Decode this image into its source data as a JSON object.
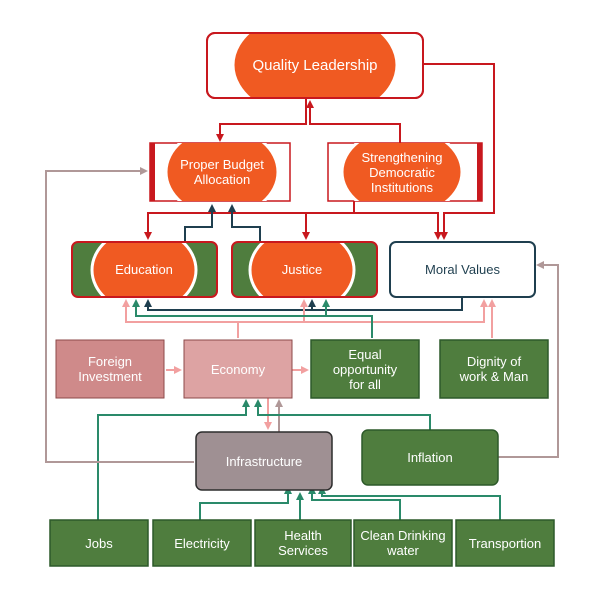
{
  "colors": {
    "orange": "#f05a22",
    "red": "#c8181e",
    "green": "#4f7d3e",
    "dark_green": "#2d5a2a",
    "rose": "#cf8a8a",
    "gray": "#9f9093",
    "navy": "#1f3f4f",
    "teal": "#2a8a6a",
    "pink": "#f2a0a0",
    "mauve": "#b09898"
  },
  "nodes": {
    "quality_leadership": "Quality Leadership",
    "proper_budget": "Proper Budget\nAllocation",
    "strengthening": "Strengthening\nDemocratic\nInstitutions",
    "education": "Education",
    "justice": "Justice",
    "moral_values": "Moral Values",
    "foreign_investment": "Foreign\nInvestment",
    "economy": "Economy",
    "equal_opportunity": "Equal\nopportunity\nfor all",
    "dignity": "Dignity of\nwork & Man",
    "infrastructure": "Infrastructure",
    "inflation": "Inflation",
    "jobs": "Jobs",
    "electricity": "Electricity",
    "health": "Health\nServices",
    "water": "Clean Drinking\nwater",
    "transport": "Transportion"
  }
}
